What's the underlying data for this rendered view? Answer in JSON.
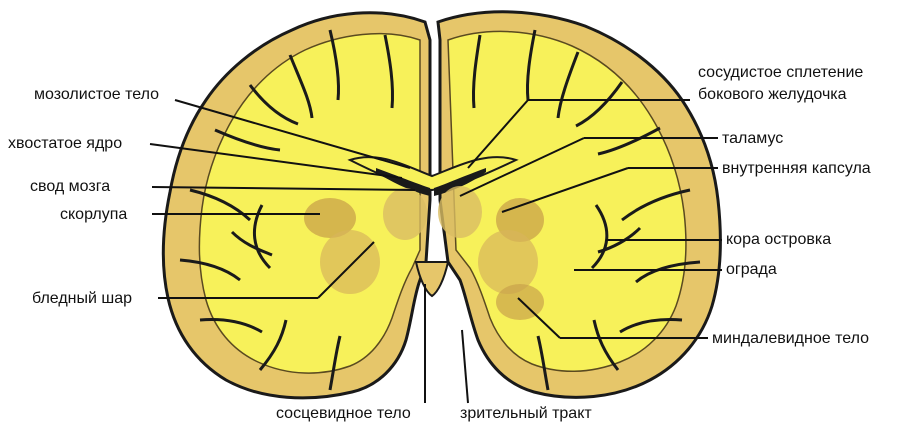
{
  "labels": {
    "corpus_callosum": "мозолистое тело",
    "caudate_nucleus": "хвостатое ядро",
    "fornix": "свод мозга",
    "putamen": "скорлупа",
    "globus_pallidus": "бледный шар",
    "choroid_plexus_line1": "сосудистое сплетение",
    "choroid_plexus_line2": "бокового желудочка",
    "thalamus": "таламус",
    "internal_capsule": "внутренняя капсула",
    "insular_cortex": "кора островка",
    "claustrum": "ограда",
    "amygdala": "миндалевидное тело",
    "mammillary_body": "сосцевидное тело",
    "optic_tract": "зрительный тракт"
  },
  "colors": {
    "white_matter": "#f7f15a",
    "gray_matter": "#e8cf72",
    "outline": "#1a1a1a",
    "nuclei": "#c9a24a"
  }
}
